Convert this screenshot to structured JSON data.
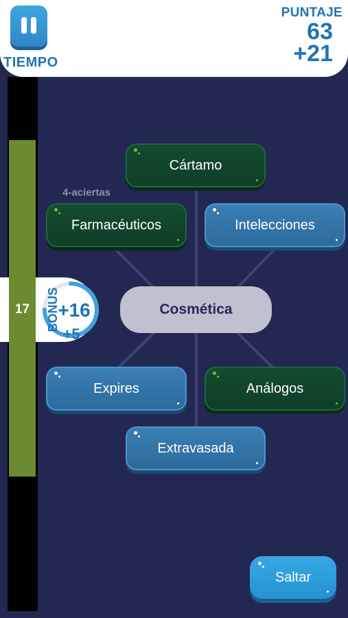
{
  "header": {
    "pause_icon": "pause-icon",
    "time_label": "TIEMPO",
    "score_label": "PUNTAJE",
    "score": "63",
    "score_delta": "+21"
  },
  "timer": {
    "count": "17",
    "remaining_fraction": 0.63,
    "bonus_label": "BONUS",
    "bonus_value": "+16",
    "bonus_next": "+5",
    "bonus_progress": 0.75
  },
  "board": {
    "center_word": "Cosmética",
    "streak_label": "4-aciertas",
    "options": [
      {
        "key": "cartamo",
        "label": "Cártamo",
        "state": "green"
      },
      {
        "key": "farmaceuticos",
        "label": "Farmacéuticos",
        "state": "green"
      },
      {
        "key": "intelecciones",
        "label": "Intelecciones",
        "state": "blue"
      },
      {
        "key": "expires",
        "label": "Expires",
        "state": "blue"
      },
      {
        "key": "analogos",
        "label": "Análogos",
        "state": "green"
      },
      {
        "key": "extravasada",
        "label": "Extravasada",
        "state": "blue"
      }
    ]
  },
  "actions": {
    "skip_label": "Saltar"
  },
  "colors": {
    "background": "#232852",
    "accent_blue": "#2174b6",
    "correct_green": "#144b2e",
    "option_blue": "#3a7fb4",
    "timer_fill": "#6b8a31"
  }
}
